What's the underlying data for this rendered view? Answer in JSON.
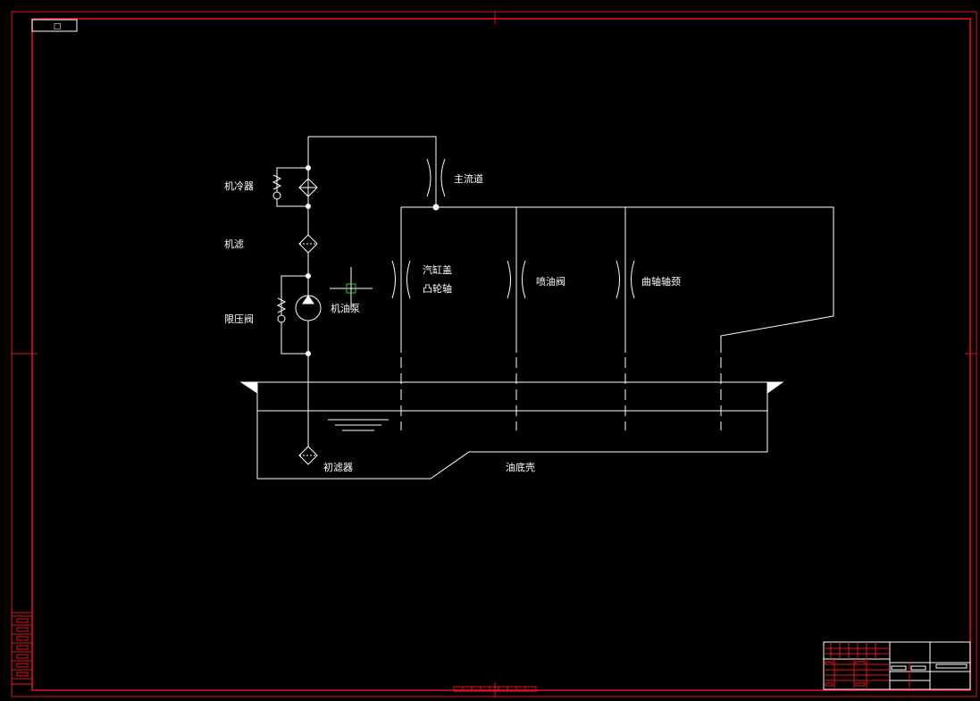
{
  "colors": {
    "background": "#000000",
    "frame": "#e8141c",
    "lines": "#ffffff",
    "cursor": "#ffffff",
    "cursor_box": "#2fd12f"
  },
  "title_box_symbol": "□",
  "labels": {
    "cooler": "机冷器",
    "filter": "机滤",
    "pressure_valve": "限压阀",
    "oil_pump": "机油泵",
    "main_gallery": "主流道",
    "cylinder_head_line1": "汽缸盖",
    "cylinder_head_line2": "凸轮轴",
    "injector_valve": "喷油阀",
    "crank_journal": "曲轴轴颈",
    "strainer": "初滤器",
    "oil_pan": "油底壳"
  },
  "icons": {
    "cursor": "crosshair-cursor-icon",
    "pump": "pump-icon",
    "filter": "filter-diamond-icon",
    "cooler": "cooler-diamond-icon",
    "relief_valve": "relief-valve-icon",
    "level": "liquid-level-icon"
  }
}
